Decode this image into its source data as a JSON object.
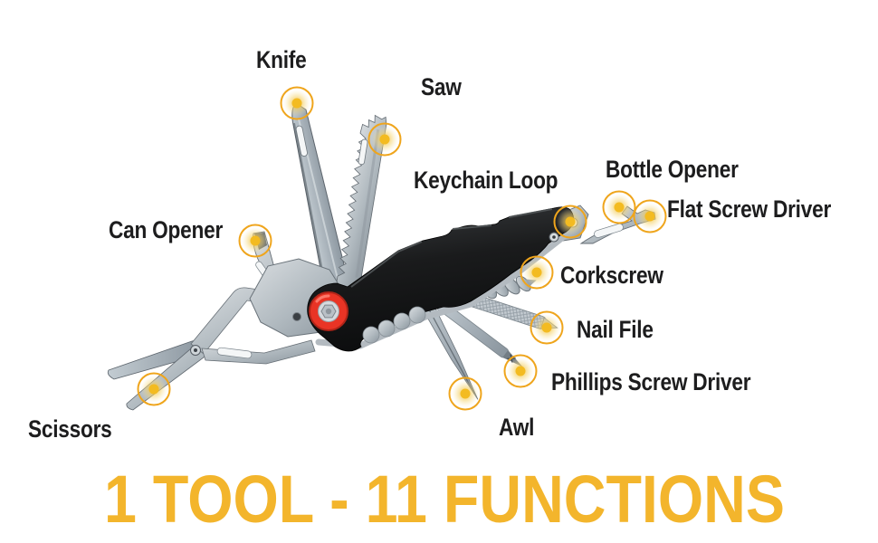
{
  "title": {
    "text": "1 TOOL - 11 FUNCTIONS"
  },
  "labels": {
    "knife": "Knife",
    "saw": "Saw",
    "keychain_loop": "Keychain Loop",
    "bottle_opener": "Bottle Opener",
    "flat_screw_driver": "Flat Screw Driver",
    "can_opener": "Can Opener",
    "corkscrew": "Corkscrew",
    "nail_file": "Nail File",
    "phillips_screw_driver": "Phillips Screw Driver",
    "awl": "Awl",
    "scissors": "Scissors"
  },
  "colors": {
    "title_yellow": "#F3B52C",
    "label_text": "#1D1D1E",
    "highlight_ring": "#EFA51C",
    "highlight_dot": "#F3BB21",
    "pivot_red": "#E93425",
    "handle_black": "#1A1B1C",
    "steel_light": "#D9DDE0",
    "steel_dark": "#8B959D",
    "background": "#FFFFFF"
  }
}
